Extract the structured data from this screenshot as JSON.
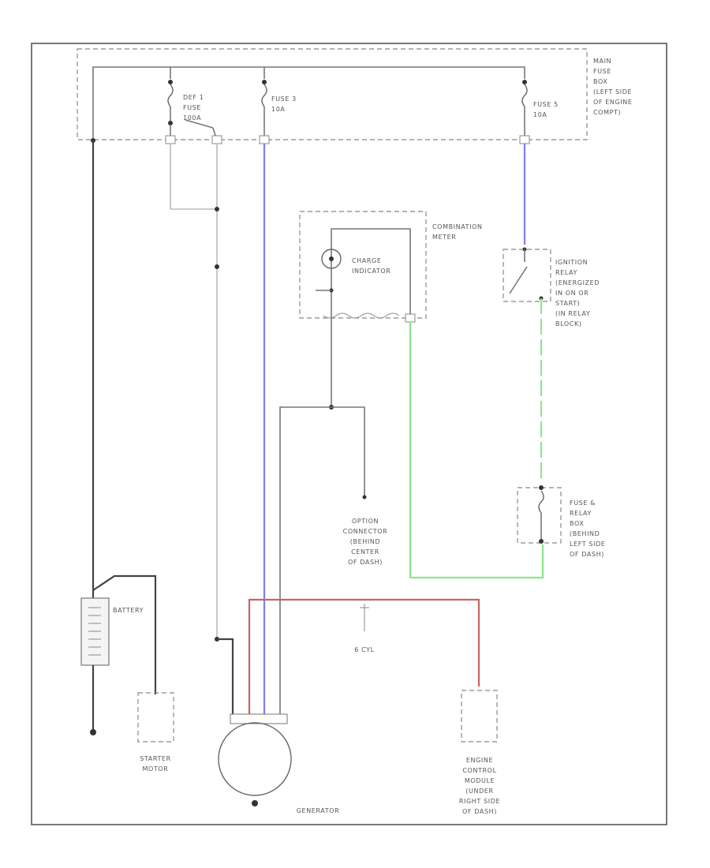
{
  "labels": {
    "main_fuse_box": [
      "MAIN",
      "FUSE",
      "BOX",
      "(LEFT SIDE",
      "OF ENGINE",
      "COMPT)"
    ],
    "def_fuse": [
      "DEF 1",
      "FUSE",
      "100A"
    ],
    "fuse_3": [
      "FUSE 3",
      "10A"
    ],
    "fuse_5": [
      "FUSE 5",
      "10A"
    ],
    "combination_meter": [
      "COMBINATION",
      "METER"
    ],
    "charge_indicator": [
      "CHARGE",
      "INDICATOR"
    ],
    "ignition_relay": [
      "IGNITION",
      "RELAY",
      "(ENERGIZED",
      "IN ON OR",
      "START)",
      "(IN RELAY",
      "BLOCK)"
    ],
    "option_connector": [
      "OPTION",
      "CONNECTOR",
      "(BEHIND",
      "CENTER",
      "OF DASH)"
    ],
    "fuse_relay_box": [
      "FUSE &",
      "RELAY",
      "BOX",
      "(BEHIND",
      "LEFT SIDE",
      "OF DASH)"
    ],
    "battery": "BATTERY",
    "six_cyl": "6 CYL",
    "starter_motor": [
      "STARTER",
      "MOTOR"
    ],
    "generator": "GENERATOR",
    "engine_control_module": [
      "ENGINE",
      "CONTROL",
      "MODULE",
      "(UNDER",
      "RIGHT SIDE",
      "OF DASH)"
    ]
  },
  "wire_colors": {
    "black": "#444444",
    "white": "#bbbbbb",
    "blue": "#7d7df0",
    "green": "#88e888",
    "red": "#c86464"
  }
}
